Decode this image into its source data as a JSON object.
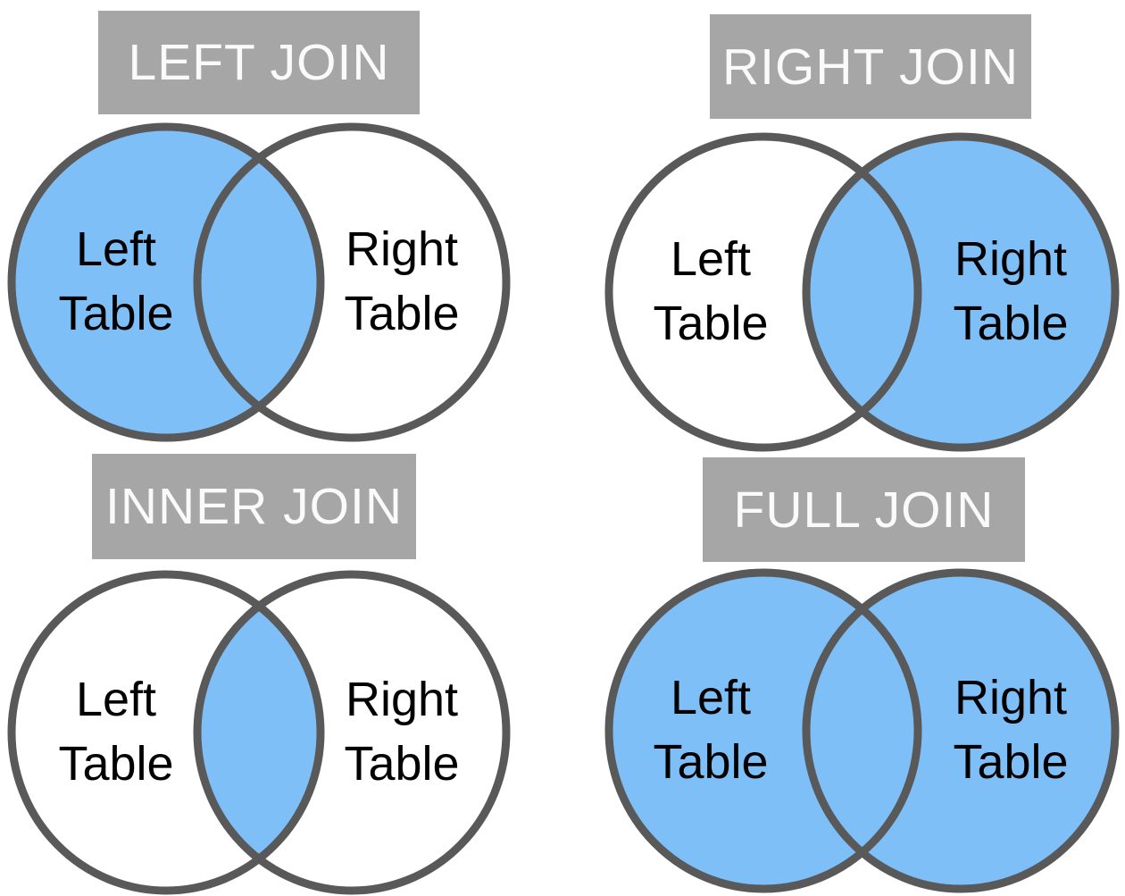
{
  "colors": {
    "fill_blue": "#7EBFF8",
    "circle_fill_empty": "#FFFFFF",
    "circle_stroke": "#595959",
    "banner_bg": "#A6A6A6",
    "banner_text": "#FAFAFA",
    "label_text": "#000000",
    "background": "#FFFFFF"
  },
  "diagrams": [
    {
      "id": "left-join",
      "title": "LEFT JOIN",
      "left_circle_fill": "#7EBFF8",
      "right_circle_fill": "#FFFFFF",
      "intersection_fill": "#7EBFF8",
      "left_label": {
        "line1": "Left",
        "line2": "Table"
      },
      "right_label": {
        "line1": "Right",
        "line2": "Table"
      }
    },
    {
      "id": "right-join",
      "title": "RIGHT JOIN",
      "left_circle_fill": "#FFFFFF",
      "right_circle_fill": "#7EBFF8",
      "intersection_fill": "#7EBFF8",
      "left_label": {
        "line1": "Left",
        "line2": "Table"
      },
      "right_label": {
        "line1": "Right",
        "line2": "Table"
      }
    },
    {
      "id": "inner-join",
      "title": "INNER JOIN",
      "left_circle_fill": "#FFFFFF",
      "right_circle_fill": "#FFFFFF",
      "intersection_fill": "#7EBFF8",
      "left_label": {
        "line1": "Left",
        "line2": "Table"
      },
      "right_label": {
        "line1": "Right",
        "line2": "Table"
      }
    },
    {
      "id": "full-join",
      "title": "FULL JOIN",
      "left_circle_fill": "#7EBFF8",
      "right_circle_fill": "#7EBFF8",
      "intersection_fill": "#7EBFF8",
      "left_label": {
        "line1": "Left",
        "line2": "Table"
      },
      "right_label": {
        "line1": "Right",
        "line2": "Table"
      }
    }
  ]
}
